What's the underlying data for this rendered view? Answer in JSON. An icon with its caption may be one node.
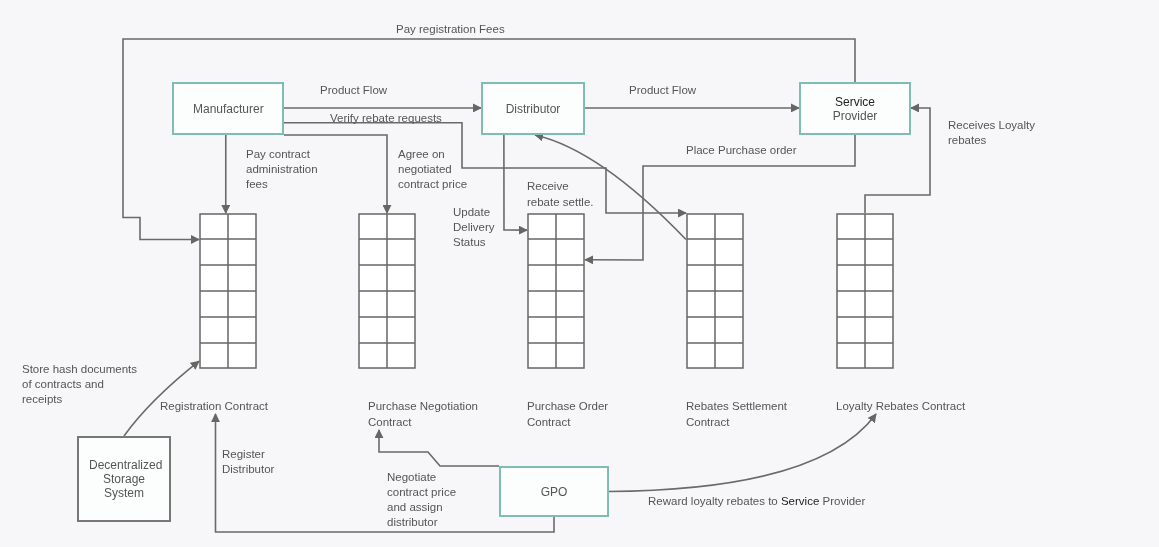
{
  "diagram": {
    "nodes": [
      {
        "text": [
          "Manufacturer"
        ]
      },
      {
        "text": [
          "Distributor"
        ]
      },
      {
        "text": [
          "**Service** Provider"
        ]
      },
      {
        "text": [
          "Registration Contract"
        ]
      },
      {
        "text": [
          "Purchase Negotiation Contract"
        ]
      },
      {
        "text": [
          "Purchase Order Contract"
        ]
      },
      {
        "text": [
          "Rebates Settlement Contract"
        ]
      },
      {
        "text": [
          "Loyalty Rebates Contract"
        ]
      },
      {
        "text": [
          "Decentralized Storage System"
        ]
      },
      {
        "text": [
          "GPO"
        ]
      }
    ],
    "edges": [
      {
        "from": 0,
        "to": 1,
        "arrow": "to",
        "label": "Product Flow"
      },
      {
        "from": 0,
        "to": 6,
        "arrow": "to",
        "label": "Verify rebate requests"
      },
      {
        "from": 0,
        "to": 4,
        "arrow": "to",
        "label": "Agree on negotiated contract price"
      },
      {
        "from": 0,
        "to": 3,
        "arrow": "to",
        "label": "Pay contract administration fees"
      },
      {
        "from": 1,
        "to": 2,
        "arrow": "to",
        "label": "Product Flow"
      },
      {
        "from": 1,
        "to": 5,
        "arrow": "to",
        "label": "Update Delivery Status"
      },
      {
        "from": 6,
        "to": 1,
        "arrow": "to",
        "label": "Receive rebate settle."
      },
      {
        "from": 2,
        "to": 5,
        "arrow": "to",
        "label": "Place Purchase order"
      },
      {
        "from": 2,
        "to": 3,
        "arrow": "to",
        "label": "Pay registration Fees"
      },
      {
        "from": 7,
        "to": 2,
        "arrow": "to",
        "label": "Receives Loyalty rebates"
      },
      {
        "from": 8,
        "to": 3,
        "arrow": "to",
        "label": "Store hash documents of contracts and receipts"
      },
      {
        "from": 9,
        "to": 3,
        "arrow": "to",
        "label": "Register Distributor"
      },
      {
        "from": 9,
        "to": 4,
        "arrow": "to",
        "label": "Negotiate contract price and assign distributor"
      },
      {
        "from": 9,
        "to": 7,
        "arrow": "to",
        "label": "Reward loyalty rebates to **Service** Provider"
      }
    ]
  }
}
